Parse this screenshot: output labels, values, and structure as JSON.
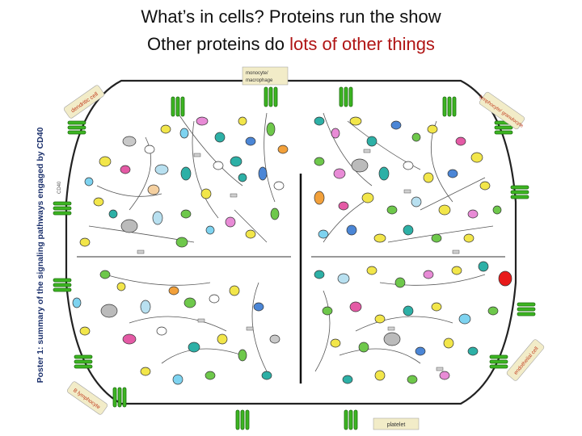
{
  "title": {
    "line1": "What’s in cells? Proteins run the show",
    "line2_prefix": "Other proteins do ",
    "line2_highlight": "lots of other things"
  },
  "poster": {
    "side_caption": "Poster 1: summary of the signaling pathways engaged by CD40",
    "receptor_label": "CD40",
    "cell_labels": {
      "dendritic": "dendritic cell",
      "monocyte_line1": "monocyte/",
      "monocyte_line2": "macrophage",
      "lymphocyte": "lymphocyte/ granulocyte",
      "endothelial": "endothelial cell",
      "b_lymphocyte": "B lymphocyte",
      "bottom": "platelet"
    }
  },
  "colors": {
    "title_highlight": "#b01515",
    "membrane": "#222222",
    "receptor": "#3cb521",
    "caption": "#1a2f6b",
    "cell_tag": "#f2ecc8"
  }
}
